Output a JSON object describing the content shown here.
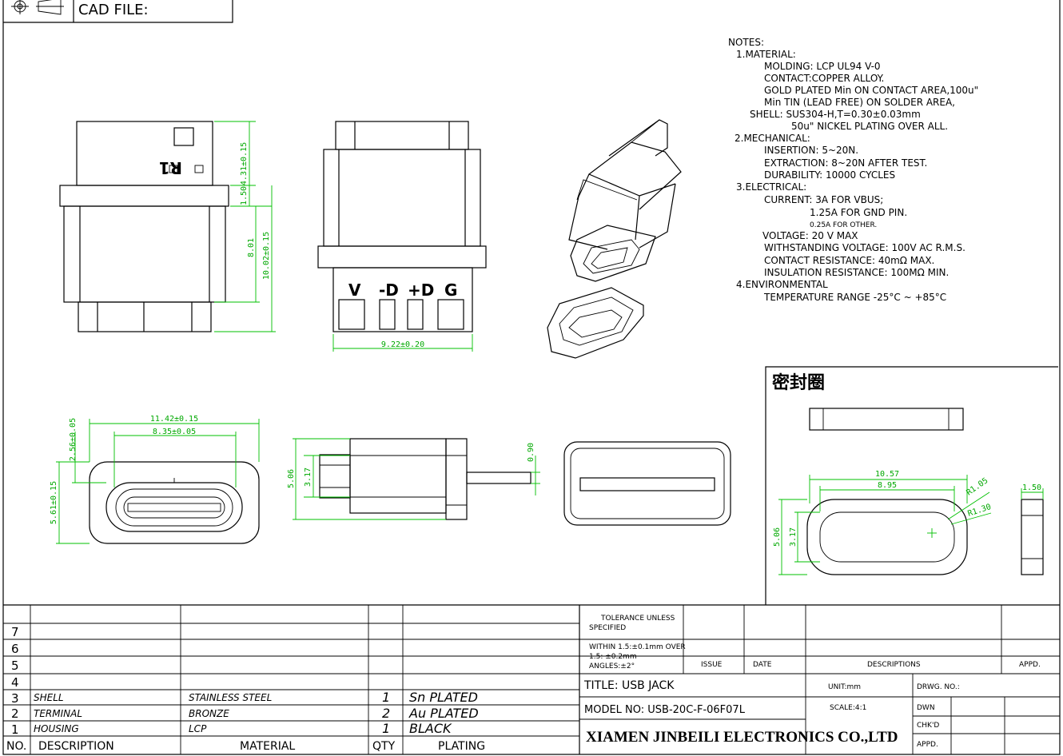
{
  "header": {
    "cad_label": "CAD FILE:"
  },
  "notes": {
    "title": "NOTES:",
    "lines": [
      "1.MATERIAL:",
      "MOLDING: LCP UL94 V-0",
      "CONTACT:COPPER ALLOY.",
      "GOLD PLATED Min ON CONTACT AREA,100u\"",
      "Min TIN (LEAD FREE) ON SOLDER AREA,",
      "SHELL: SUS304-H,T=0.30±0.03mm",
      "50u\" NICKEL PLATING OVER ALL.",
      "2.MECHANICAL:",
      "INSERTION: 5~20N.",
      "EXTRACTION: 8~20N AFTER TEST.",
      "DURABILITY: 10000 CYCLES",
      "3.ELECTRICAL:",
      "CURRENT: 3A FOR VBUS;",
      "1.25A FOR GND PIN.",
      "0.25A FOR OTHER.",
      "VOLTAGE: 20 V MAX",
      "WITHSTANDING VOLTAGE: 100V AC R.M.S.",
      "CONTACT RESISTANCE: 40mΩ MAX.",
      "INSULATION RESISTANCE: 100MΩ MIN.",
      "4.ENVIRONMENTAL",
      "TEMPERATURE RANGE -25°C ~ +85°C"
    ]
  },
  "views": {
    "top_marking": "R1",
    "dims_side": [
      "4.31±0.15",
      "1.50",
      "8.01",
      "10.02±0.15"
    ],
    "pins": [
      "V",
      "-D",
      "+D",
      "G"
    ],
    "dim_width": "9.22±0.20",
    "front_dims": [
      "11.42±0.15",
      "8.35±0.05",
      "2.56±0.05",
      "5.61±0.15"
    ],
    "profile_dims": [
      "5.06",
      "3.17",
      "0.90"
    ],
    "seal_title": "密封圈",
    "seal_dims": [
      "10.57",
      "8.95",
      "R1.05",
      "R1.30",
      "1.50",
      "5.06",
      "3.17"
    ]
  },
  "bom": {
    "rows": [
      {
        "no": "7",
        "desc": "",
        "material": "",
        "qty": "",
        "plating": ""
      },
      {
        "no": "6",
        "desc": "",
        "material": "",
        "qty": "",
        "plating": ""
      },
      {
        "no": "5",
        "desc": "",
        "material": "",
        "qty": "",
        "plating": ""
      },
      {
        "no": "4",
        "desc": "",
        "material": "",
        "qty": "",
        "plating": ""
      },
      {
        "no": "3",
        "desc": "SHELL",
        "material": "STAINLESS STEEL",
        "qty": "1",
        "plating": "Sn PLATED"
      },
      {
        "no": "2",
        "desc": "TERMINAL",
        "material": "BRONZE",
        "qty": "2",
        "plating": "Au PLATED"
      },
      {
        "no": "1",
        "desc": "HOUSING",
        "material": "LCP",
        "qty": "1",
        "plating": "BLACK"
      }
    ],
    "headers": {
      "no": "NO.",
      "desc": "DESCRIPTION",
      "material": "MATERIAL",
      "qty": "QTY",
      "plating": "PLATING"
    }
  },
  "title_block": {
    "tolerance_1": "TOLERANCE UNLESS",
    "tolerance_2": "SPECIFIED",
    "within_1": "WITHIN 1.5:±0.1mm OVER",
    "within_2": "1.5: ±0.2mm",
    "angles": "ANGLES:±2°",
    "issue": "ISSUE",
    "date": "DATE",
    "descriptions": "DESCRIPTIONS",
    "appd": "APPD.",
    "title": "TITLE: USB JACK",
    "unit": "UNIT:mm",
    "drwg_no": "DRWG. NO.:",
    "model": "MODEL NO: USB-20C-F-06F07L",
    "scale": "SCALE:4:1",
    "dwn": "DWN",
    "chkd": "CHK'D",
    "appd2": "APPD.",
    "company": "XIAMEN JINBEILI ELECTRONICS CO.,LTD"
  }
}
